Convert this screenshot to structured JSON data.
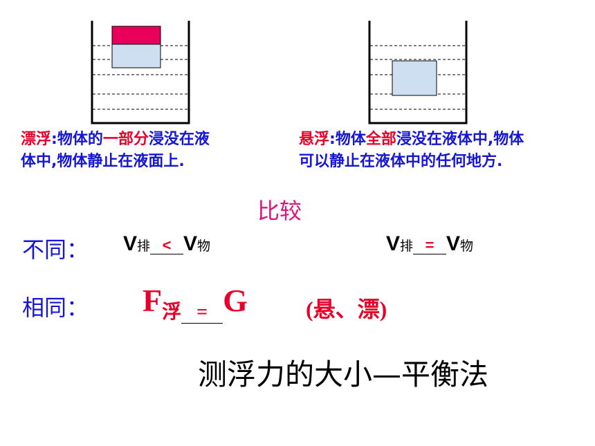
{
  "floating": {
    "term": "漂浮",
    "colon": ":",
    "part1": "物体的",
    "highlight": "一部分",
    "part2": "浸没在液",
    "line2": "体中,物体静止在液面上."
  },
  "suspending": {
    "term": "悬浮",
    "colon": ":",
    "part1": "物体",
    "highlight": "全部",
    "part2": "浸没在液体中,物体",
    "line2": "可以静止在液体中的任何地方."
  },
  "compare_title": "比较",
  "different": {
    "label": "不同：",
    "left": {
      "v": "V",
      "sub1": "排",
      "relation": "<",
      "v2": "V",
      "sub2": "物"
    },
    "right": {
      "v": "V",
      "sub1": "排",
      "relation": "=",
      "v2": "V",
      "sub2": "物"
    }
  },
  "same": {
    "label": "相同：",
    "f": "F",
    "sub": "浮",
    "relation": "=",
    "g": "G",
    "note": "(悬、漂)"
  },
  "method": "测浮力的大小—平衡法",
  "colors": {
    "blue_text": "#1515d6",
    "red_text": "#e8002a",
    "pink_text": "#e0137a",
    "block_top": "#e8005a",
    "block_body": "#cfdff2"
  }
}
